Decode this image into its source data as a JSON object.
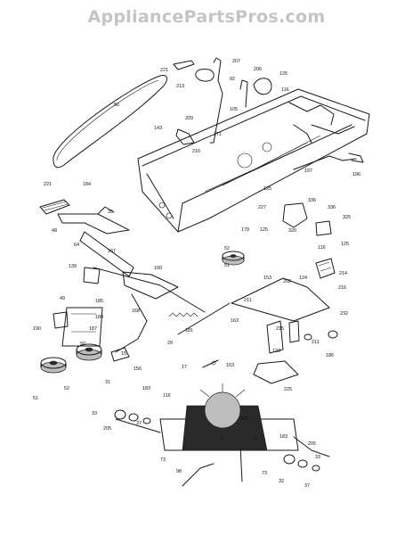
{
  "watermark": "AppliancePartsPros.com",
  "parts": [
    {
      "id": "221"
    },
    {
      "id": "213"
    },
    {
      "id": "207"
    },
    {
      "id": "206"
    },
    {
      "id": "125a",
      "label": "125"
    },
    {
      "id": "92"
    },
    {
      "id": "116a",
      "label": "116"
    },
    {
      "id": "56"
    },
    {
      "id": "105"
    },
    {
      "id": "209"
    },
    {
      "id": "143"
    },
    {
      "id": "171"
    },
    {
      "id": "216a",
      "label": "216"
    },
    {
      "id": "197"
    },
    {
      "id": "196"
    },
    {
      "id": "221b",
      "label": "221"
    },
    {
      "id": "184"
    },
    {
      "id": "35"
    },
    {
      "id": "125b",
      "label": "125"
    },
    {
      "id": "336a",
      "label": "336"
    },
    {
      "id": "227"
    },
    {
      "id": "336b",
      "label": "336"
    },
    {
      "id": "325"
    },
    {
      "id": "48"
    },
    {
      "id": "179"
    },
    {
      "id": "125c",
      "label": "125"
    },
    {
      "id": "320"
    },
    {
      "id": "116b",
      "label": "116"
    },
    {
      "id": "125d",
      "label": "125"
    },
    {
      "id": "64"
    },
    {
      "id": "167"
    },
    {
      "id": "52a",
      "label": "52"
    },
    {
      "id": "51a",
      "label": "51"
    },
    {
      "id": "139"
    },
    {
      "id": "160"
    },
    {
      "id": "214"
    },
    {
      "id": "153a",
      "label": "153"
    },
    {
      "id": "202"
    },
    {
      "id": "124"
    },
    {
      "id": "216b",
      "label": "216"
    },
    {
      "id": "211a",
      "label": "211"
    },
    {
      "id": "49"
    },
    {
      "id": "185"
    },
    {
      "id": "189"
    },
    {
      "id": "168"
    },
    {
      "id": "232"
    },
    {
      "id": "163"
    },
    {
      "id": "190"
    },
    {
      "id": "187"
    },
    {
      "id": "181"
    },
    {
      "id": "215"
    },
    {
      "id": "211b",
      "label": "211"
    },
    {
      "id": "50"
    },
    {
      "id": "29"
    },
    {
      "id": "186"
    },
    {
      "id": "15"
    },
    {
      "id": "123"
    },
    {
      "id": "52b",
      "label": "52"
    },
    {
      "id": "156"
    },
    {
      "id": "17"
    },
    {
      "id": "153b",
      "label": "153"
    },
    {
      "id": "51b",
      "label": "51"
    },
    {
      "id": "31"
    },
    {
      "id": "225"
    },
    {
      "id": "183"
    },
    {
      "id": "116c",
      "label": "116"
    },
    {
      "id": "33a",
      "label": "33"
    },
    {
      "id": "37a",
      "label": "37"
    },
    {
      "id": "205a",
      "label": "205"
    },
    {
      "id": "118"
    },
    {
      "id": "1"
    },
    {
      "id": "2"
    },
    {
      "id": "183b",
      "label": "183"
    },
    {
      "id": "73a",
      "label": "73"
    },
    {
      "id": "98"
    },
    {
      "id": "73b",
      "label": "73"
    },
    {
      "id": "205b",
      "label": "205"
    },
    {
      "id": "32"
    },
    {
      "id": "37b",
      "label": "37"
    },
    {
      "id": "33b",
      "label": "33"
    }
  ]
}
